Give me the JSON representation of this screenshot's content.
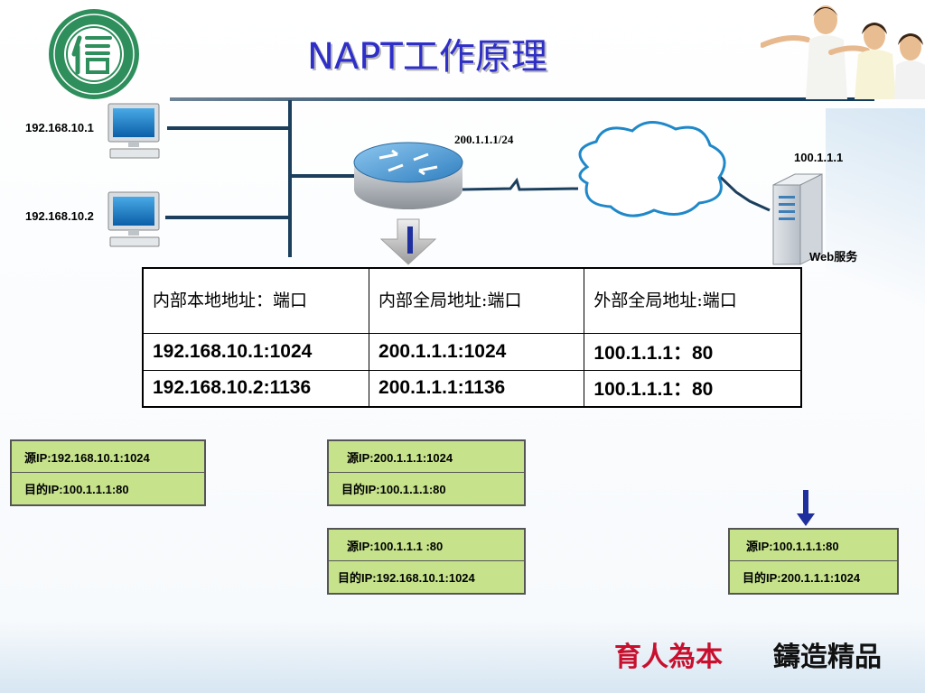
{
  "title": "NAPT工作原理",
  "topology": {
    "host1_ip": "192.168.10.1",
    "host2_ip": "192.168.10.2",
    "router_ip": "200.1.1.1/24",
    "server_ip": "100.1.1.1",
    "server_label": "Web服务"
  },
  "nat_table": {
    "headers": [
      "内部本地地址：端口",
      "内部全局地址:端口",
      "外部全局地址:端口"
    ],
    "rows": [
      [
        "192.168.10.1:1024",
        "200.1.1.1:1024",
        "100.1.1.1：80"
      ],
      [
        "192.168.10.2:1136",
        "200.1.1.1:1136",
        "100.1.1.1：80"
      ]
    ]
  },
  "packets": [
    {
      "src": "源IP:192.168.10.1:1024",
      "dst": "目的IP:100.1.1.1:80"
    },
    {
      "src": "源IP:200.1.1.1:1024",
      "dst": "目的IP:100.1.1.1:80"
    },
    {
      "src": "源IP:100.1.1.1 :80",
      "dst": "目的IP:192.168.10.1:1024"
    },
    {
      "src": "源IP:100.1.1.1:80",
      "dst": "目的IP:200.1.1.1:1024"
    }
  ],
  "slogan": {
    "left": "育人為本",
    "right": "鑄造精品"
  },
  "colors": {
    "title": "#2e2ec9",
    "packet_fill": "#c6e38c",
    "slogan_left": "#c8102e",
    "slogan_right": "#111111",
    "arrow": "#1f2f9e"
  }
}
